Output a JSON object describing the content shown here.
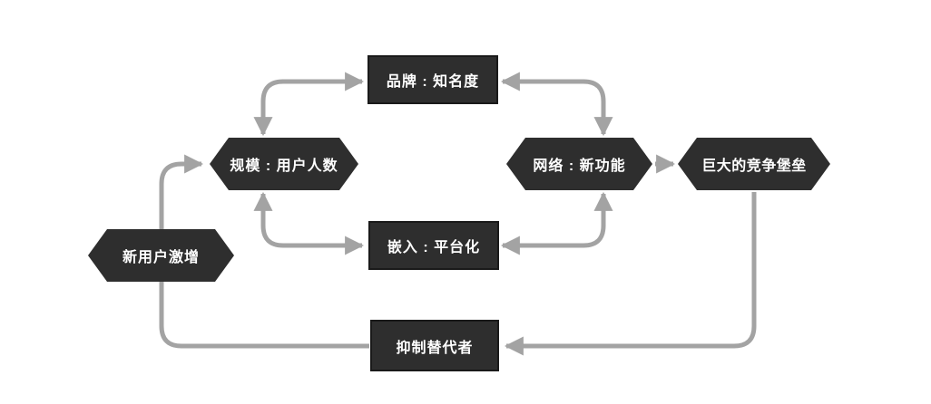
{
  "diagram": {
    "title": "growth-flywheel-moat-diagram",
    "colors": {
      "background": "#ffffff",
      "node_fill": "#2e2e2e",
      "node_border": "#1a1a1a",
      "node_text": "#ffffff",
      "arrow": "#a3a3a3"
    },
    "nodes": [
      {
        "id": "new-user-surge",
        "label": "新用户激增",
        "shape": "hexagon"
      },
      {
        "id": "scale-users",
        "label": "规模 : 用户人数",
        "shape": "hexagon"
      },
      {
        "id": "brand-awareness",
        "label": "品牌 : 知名度",
        "shape": "rect"
      },
      {
        "id": "embed-platform",
        "label": "嵌入 : 平台化",
        "shape": "rect"
      },
      {
        "id": "network-features",
        "label": "网络 : 新功能",
        "shape": "hexagon"
      },
      {
        "id": "competitive-fortress",
        "label": "巨大的竞争堡垒",
        "shape": "hexagon"
      },
      {
        "id": "suppress-substitutes",
        "label": "抑制替代者",
        "shape": "rect"
      }
    ],
    "edges": [
      {
        "from": "scale-users",
        "to": "brand-awareness",
        "direction": "both"
      },
      {
        "from": "brand-awareness",
        "to": "network-features",
        "direction": "both"
      },
      {
        "from": "scale-users",
        "to": "embed-platform",
        "direction": "both"
      },
      {
        "from": "embed-platform",
        "to": "network-features",
        "direction": "both"
      },
      {
        "from": "network-features",
        "to": "competitive-fortress",
        "direction": "forward"
      },
      {
        "from": "competitive-fortress",
        "to": "suppress-substitutes",
        "direction": "forward"
      },
      {
        "from": "suppress-substitutes",
        "to": "scale-users",
        "direction": "forward",
        "via": "new-user-surge"
      }
    ]
  }
}
